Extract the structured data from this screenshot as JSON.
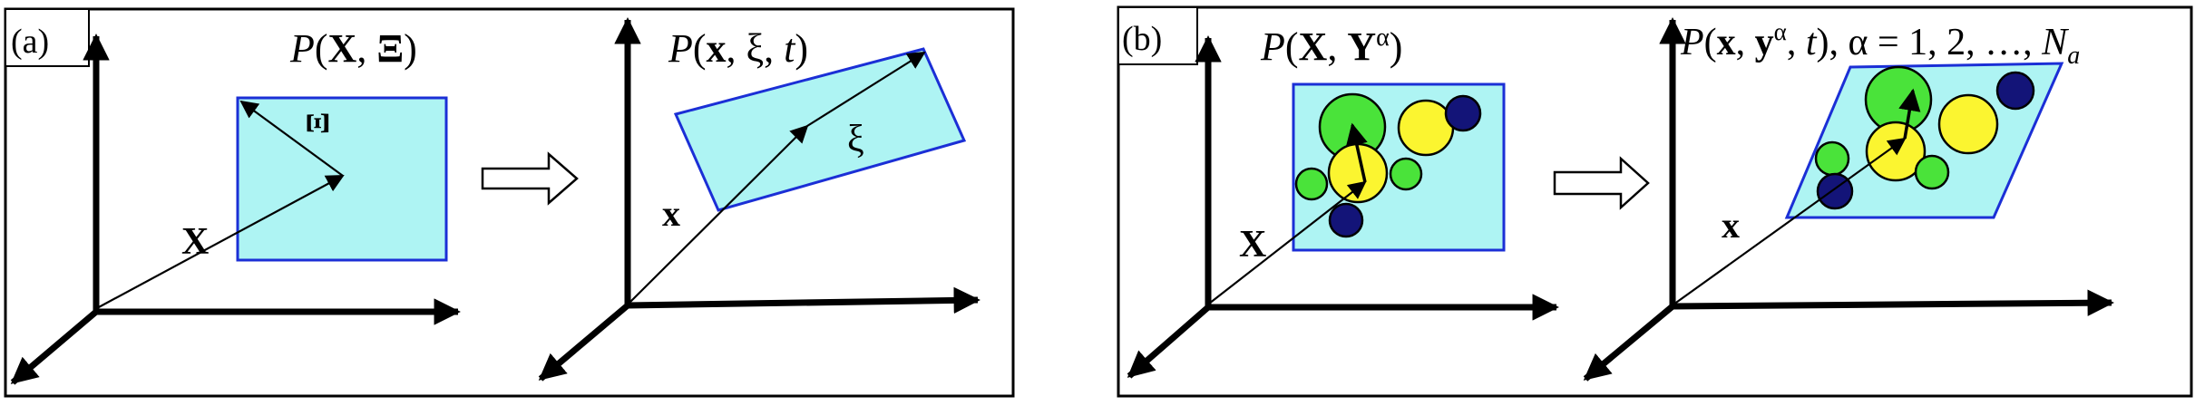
{
  "panel_a": {
    "tag": "(a)",
    "before": {
      "title_P": "P",
      "title_open": "(",
      "title_X": "X",
      "title_sep": ", ",
      "title_Xi": "Ξ",
      "title_close": ")",
      "vec_X": "X",
      "vec_Xi": "Ξ"
    },
    "after": {
      "title_P": "P",
      "title_open": "(",
      "title_x": "x",
      "title_sep1": ", ",
      "title_xi": "ξ",
      "title_sep2": ", ",
      "title_t": "t",
      "title_close": ")",
      "vec_x": "x",
      "vec_xi": "ξ"
    }
  },
  "panel_b": {
    "tag": "(b)",
    "before": {
      "title_P": "P",
      "title_open": "(",
      "title_X": "X",
      "title_sep": ", ",
      "title_Y": "Y",
      "title_alpha": "α",
      "title_close": ")",
      "vec_X": "X"
    },
    "after": {
      "title_P": "P",
      "title_open": "(",
      "title_x": "x",
      "title_sep1": ", ",
      "title_y": "y",
      "title_alpha_sup": "α",
      "title_sep2": ", ",
      "title_t": "t",
      "title_rest": "), α = 1, 2, …, ",
      "title_N": "N",
      "title_a": "a",
      "vec_x": "x"
    }
  },
  "colors": {
    "frame": "#000000",
    "box_fill": "#aef4f3",
    "box_stroke": "#1b2fd6",
    "green": "#4ae33a",
    "yellow": "#fbf530",
    "navy": "#131478"
  }
}
